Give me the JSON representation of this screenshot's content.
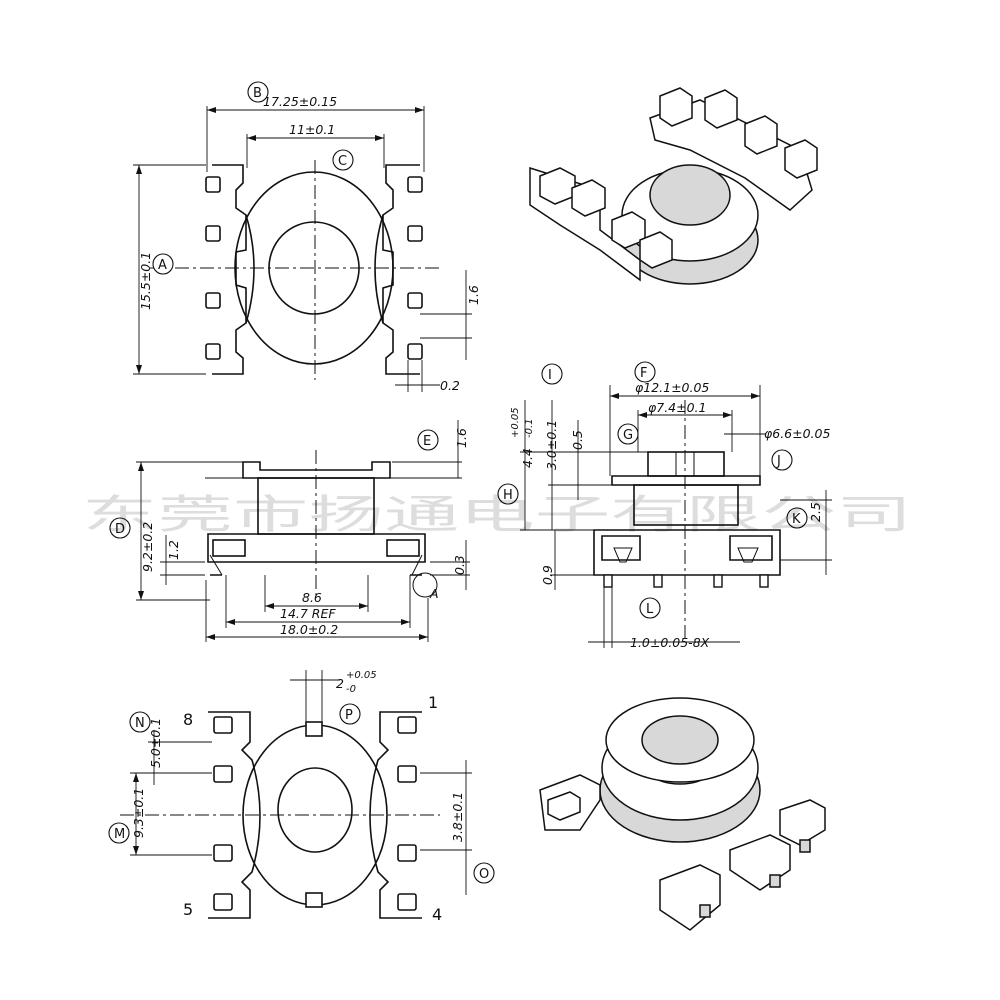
{
  "labels": {
    "A": "A",
    "B": "B",
    "C": "C",
    "D": "D",
    "E": "E",
    "F": "F",
    "G": "G",
    "H": "H",
    "I": "I",
    "J": "J",
    "K": "K",
    "L": "L",
    "M": "M",
    "N": "N",
    "O": "O",
    "P": "P"
  },
  "dimensions": {
    "B": "17.25±0.15",
    "C": "11±0.1",
    "A": "15.5±0.1",
    "pitch_right": "1.6",
    "gap_right": "0.2",
    "E": "1.6",
    "D": "9.2±0.2",
    "d_small": "1.2",
    "d_03": "0.3",
    "inner_span": "8.6",
    "ref_span": "14.7 REF",
    "overall": "18.0±0.2",
    "detail_a": "A",
    "F": "φ12.1±0.05",
    "G": "φ7.4±0.1",
    "J": "φ6.6±0.05",
    "I_tol": "4.4",
    "I_tol_up": "+0.05",
    "I_tol_dn": "-0.1",
    "h_30": "3.0±0.1",
    "h_05": "0.5",
    "h_09": "0.9",
    "K": "2.5",
    "L": "1.0±0.05-8X",
    "P_val": "2",
    "P_tol_up": "+0.05",
    "P_tol_dn": "-0",
    "N": "5.0±0.1",
    "M": "9.3±0.1",
    "O": "3.8±0.1"
  },
  "pins": {
    "p8": "8",
    "p1": "1",
    "p5": "5",
    "p4": "4"
  },
  "watermark": "东莞市扬通电子有限公司"
}
